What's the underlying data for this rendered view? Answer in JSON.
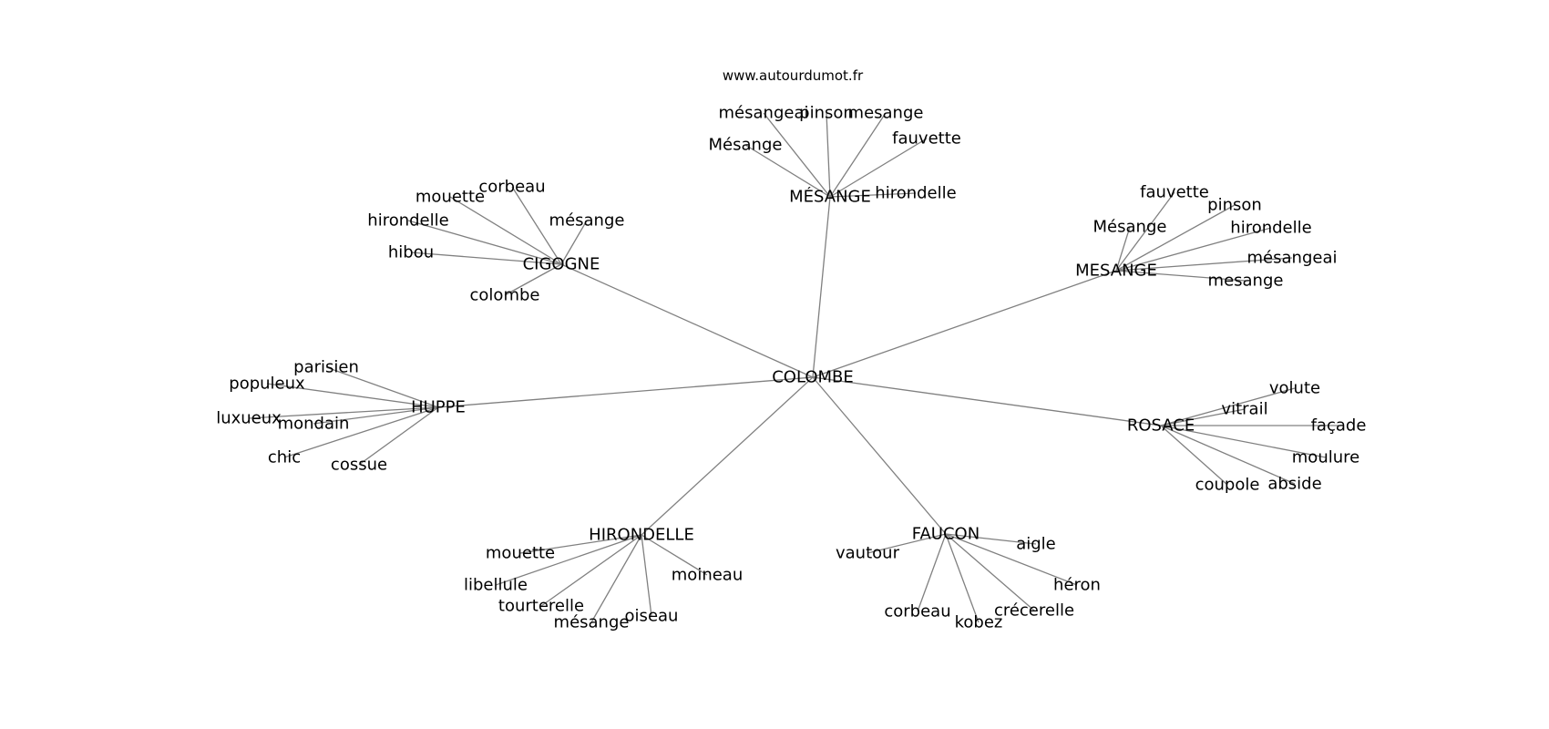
{
  "watermark": "www.autourdumot.fr",
  "center": {
    "id": "colombe",
    "label": "COLOMBE"
  },
  "hubs": [
    {
      "id": "mesange-accent",
      "label": "MÉSANGE",
      "leaves": [
        "mésangeai",
        "pinson",
        "mesange",
        "Mésange",
        "fauvette",
        "hirondelle"
      ]
    },
    {
      "id": "cigogne",
      "label": "CIGOGNE",
      "leaves": [
        "corbeau",
        "mouette",
        "hirondelle",
        "mésange",
        "hibou",
        "colombe"
      ]
    },
    {
      "id": "mesange",
      "label": "MESANGE",
      "leaves": [
        "fauvette",
        "pinson",
        "Mésange",
        "hirondelle",
        "mésangeai",
        "mesange"
      ]
    },
    {
      "id": "huppe",
      "label": "HUPPE",
      "leaves": [
        "parisien",
        "populeux",
        "luxueux",
        "mondain",
        "chic",
        "cossue"
      ]
    },
    {
      "id": "rosace",
      "label": "ROSACE",
      "leaves": [
        "volute",
        "vitrail",
        "façade",
        "moulure",
        "coupole",
        "abside"
      ]
    },
    {
      "id": "hirondelle",
      "label": "HIRONDELLE",
      "leaves": [
        "mouette",
        "moineau",
        "libellule",
        "tourterelle",
        "mésange",
        "oiseau"
      ]
    },
    {
      "id": "faucon",
      "label": "FAUCON",
      "leaves": [
        "vautour",
        "aigle",
        "héron",
        "corbeau",
        "kobez",
        "crécerelle"
      ]
    }
  ]
}
